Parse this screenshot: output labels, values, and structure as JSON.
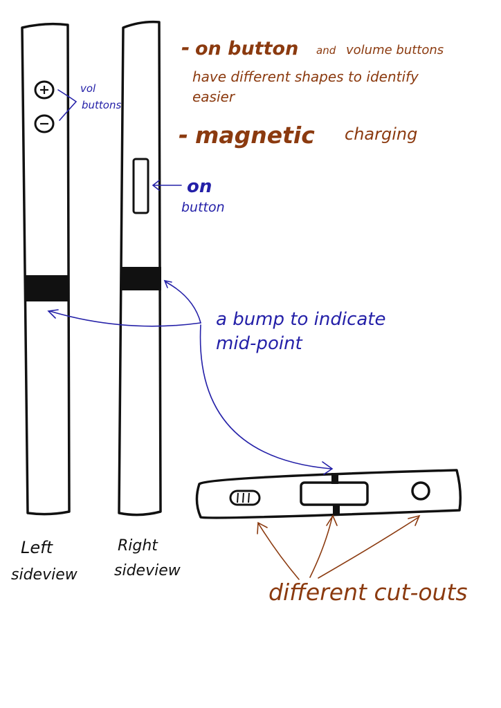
{
  "colors": {
    "ink": "#111111",
    "brown": "#8B3A0F",
    "blue": "#2420A8",
    "background": "#ffffff"
  },
  "notes": {
    "note1_line1_dash": "-",
    "note1_line1_bold": "on button",
    "note1_line1_small": "and",
    "note1_line1_rest": "volume buttons",
    "note1_line2": "have different shapes to identify",
    "note1_line3": "easier",
    "note2_dash": "-",
    "note2_bold": "magnetic",
    "note2_rest": "charging"
  },
  "labels": {
    "vol_line1": "vol",
    "vol_line2": "buttons",
    "on_line1": "on",
    "on_line2": "button",
    "bump_line1": "a bump to indicate",
    "bump_line2": "mid-point",
    "left_line1": "Left",
    "left_line2": "sideview",
    "right_line1": "Right",
    "right_line2": "sideview",
    "cutouts": "different cut-outs"
  },
  "icons": {
    "plus": "plus-icon",
    "minus": "minus-icon"
  }
}
